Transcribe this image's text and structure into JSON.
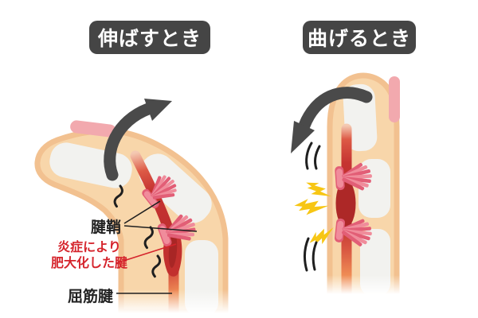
{
  "panels": {
    "left": {
      "title": "伸ばすとき",
      "annotations": {
        "tendon_sheath": "腱鞘",
        "inflamed_tendon_line1": "炎症により",
        "inflamed_tendon_line2": "肥大化した腱",
        "flexor_tendon": "屈筋腱"
      }
    },
    "right": {
      "title": "曲げるとき"
    }
  },
  "icons": {
    "extend_arrow": "curved-arrow-up-right",
    "bend_arrow": "curved-arrow-down-left",
    "pain_lightning": "lightning-bolt",
    "friction_squiggle": "wavy-line",
    "motion_lines": "double-motion-strokes"
  },
  "colors": {
    "badge_bg": "#454545",
    "badge_text": "#ffffff",
    "skin_fill": "#f8d6aa",
    "skin_edge": "#f2c190",
    "bone": "#f2f2ef",
    "nail": "#f2a9ae",
    "sheath_pink": "#f08c9b",
    "sheath_stripe": "#e25e76",
    "tendon_orange": "#ef8c55",
    "tendon_red": "#c53331",
    "swollen_left": "#c2302e",
    "swollen_core": "#a82625",
    "swollen_right": "#ad2827",
    "arrow_gray": "#4a4a4a",
    "lightning": "#f7c614",
    "label_red": "#d5242c",
    "label_black": "#222222",
    "ink": "#1f1f1f"
  }
}
